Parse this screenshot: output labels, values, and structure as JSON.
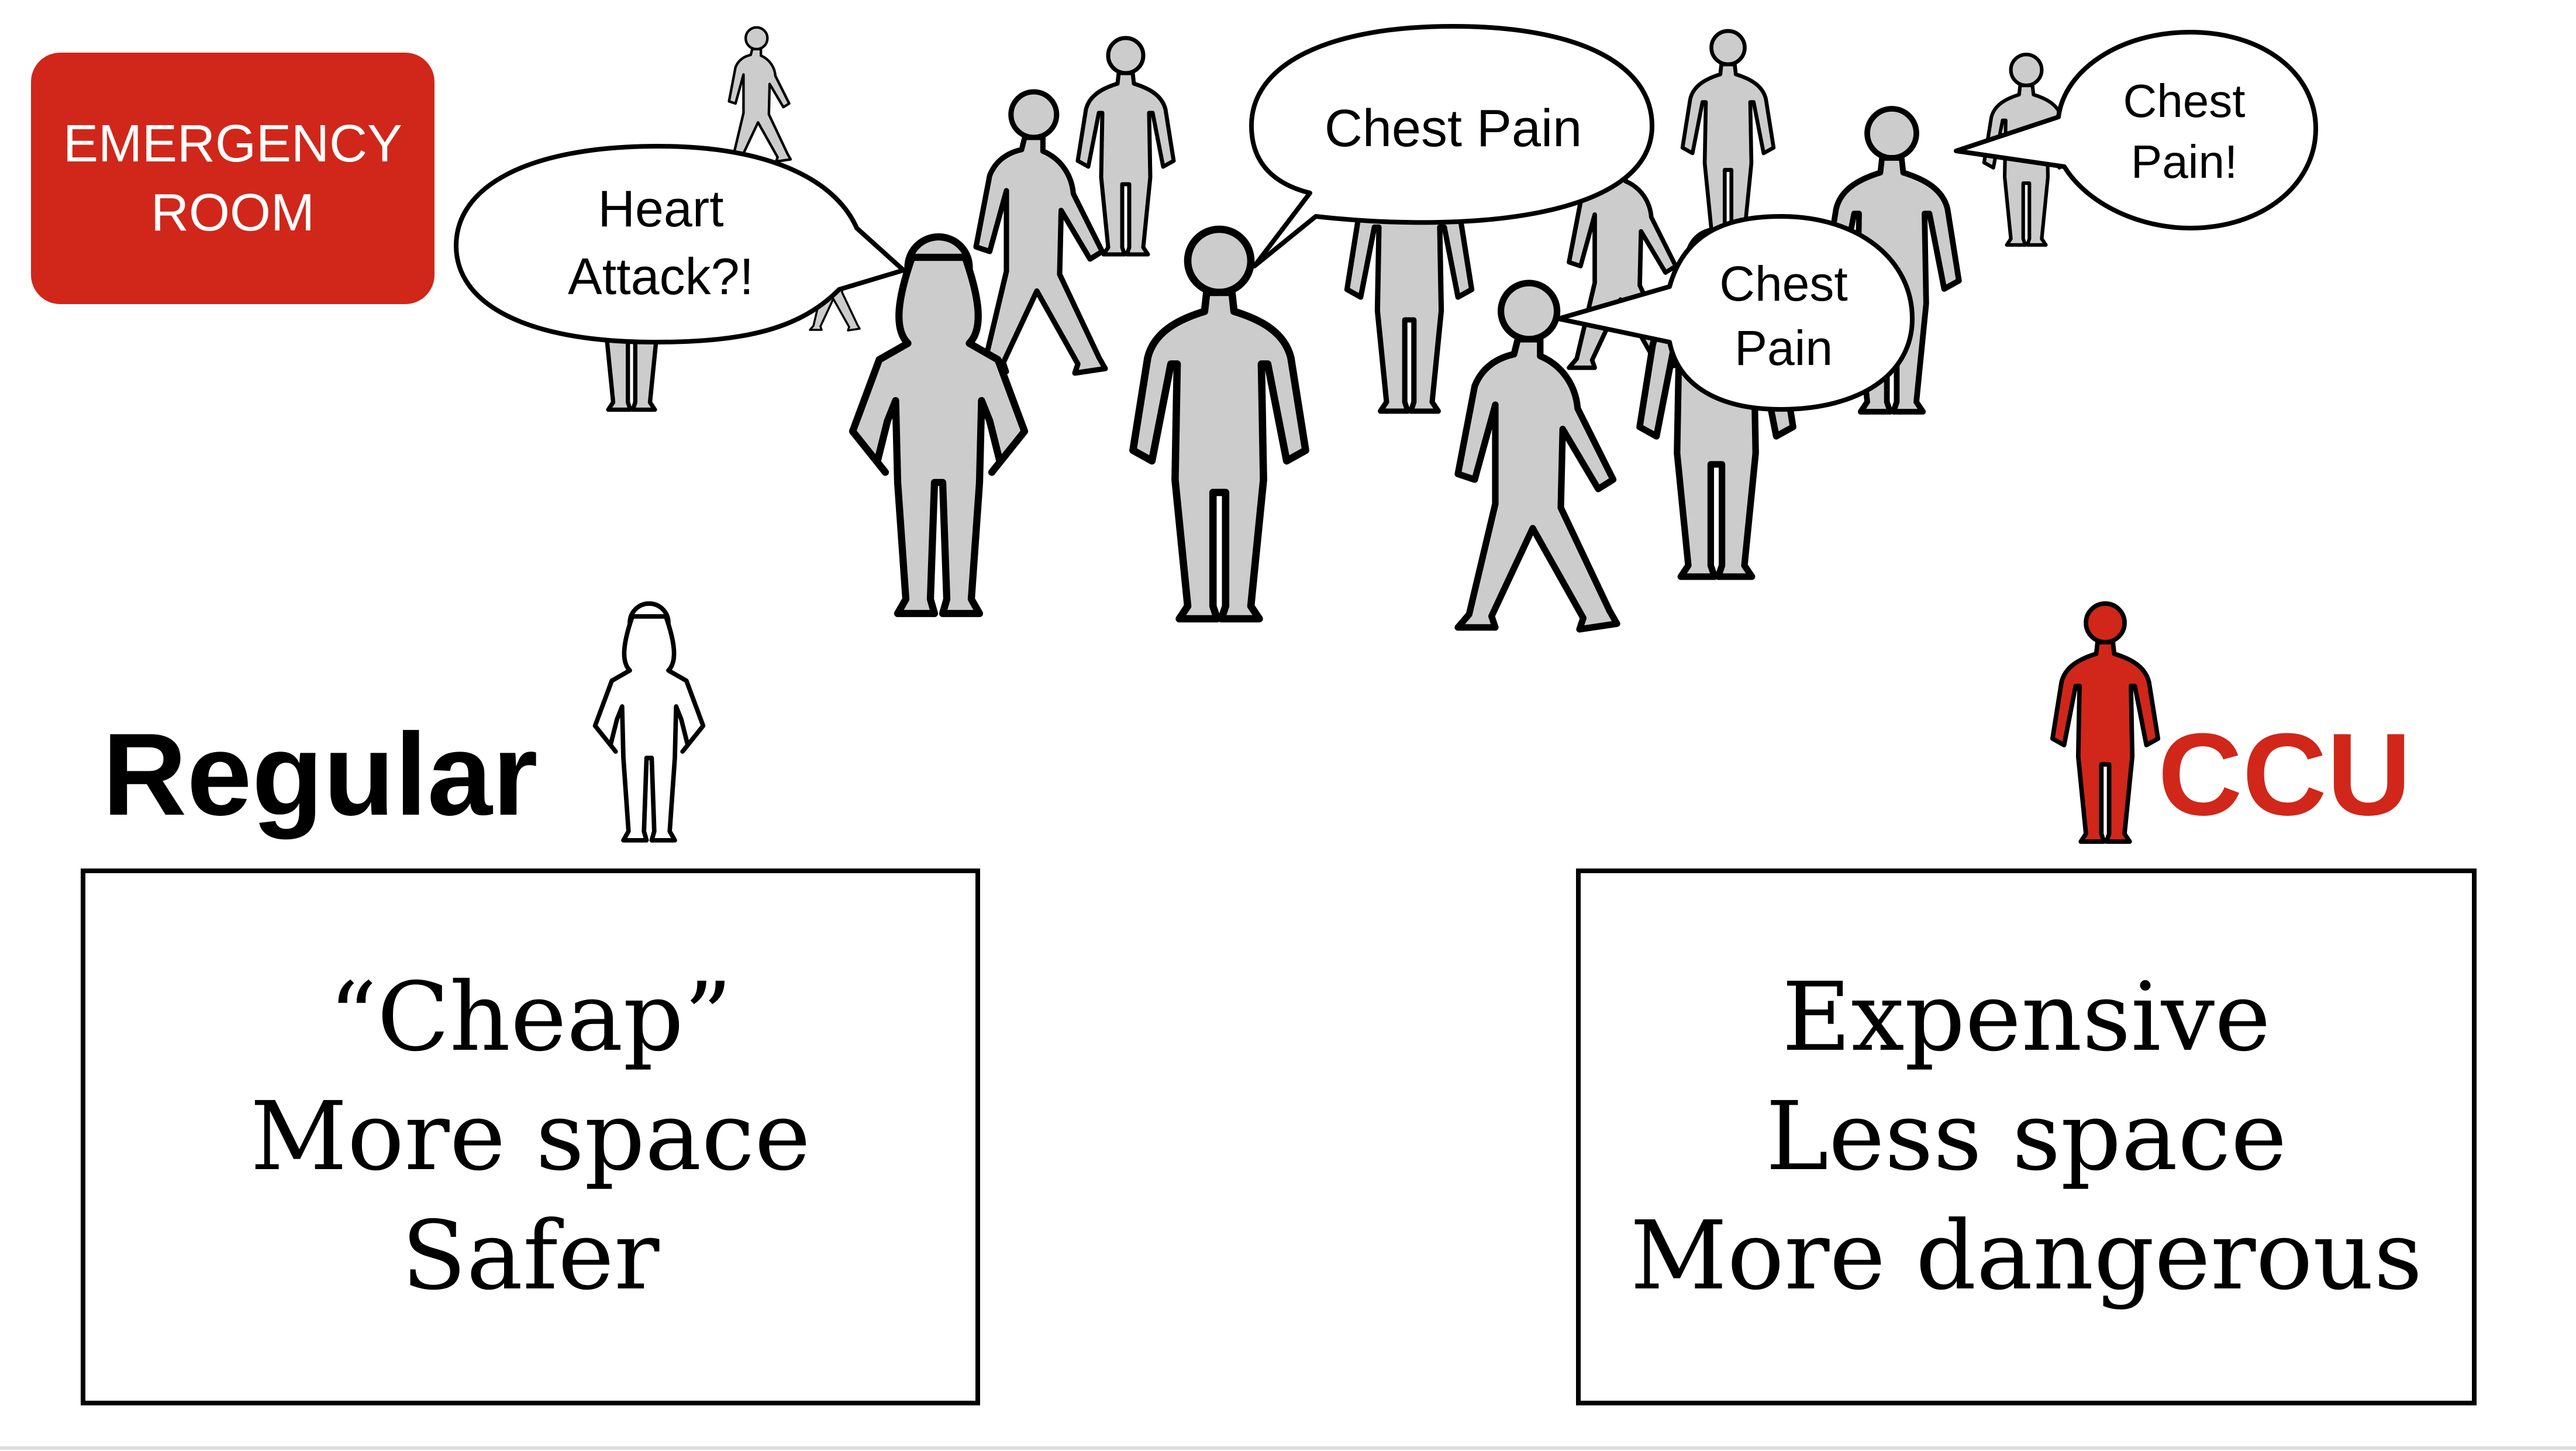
{
  "sign": {
    "line1": "EMERGENCY",
    "line2": "ROOM",
    "color": "#d0271a"
  },
  "bubbles": {
    "heart_attack": {
      "line1": "Heart",
      "line2": "Attack?!"
    },
    "chest_pain_top": {
      "line1": "Chest Pain"
    },
    "chest_pain_right": {
      "line1": "Chest",
      "line2": "Pain"
    },
    "chest_pain_far": {
      "line1": "Chest",
      "line2": "Pain!"
    }
  },
  "options": {
    "regular": {
      "heading": "Regular",
      "lines": [
        "“Cheap”",
        "More space",
        "Safer"
      ]
    },
    "ccu": {
      "heading": "CCU",
      "lines": [
        "Expensive",
        "Less space",
        "More dangerous"
      ]
    }
  },
  "colors": {
    "crowd": "#cccccc",
    "outline": "#000000",
    "ccu": "#d0271a",
    "regular_figure": "#ffffff"
  }
}
